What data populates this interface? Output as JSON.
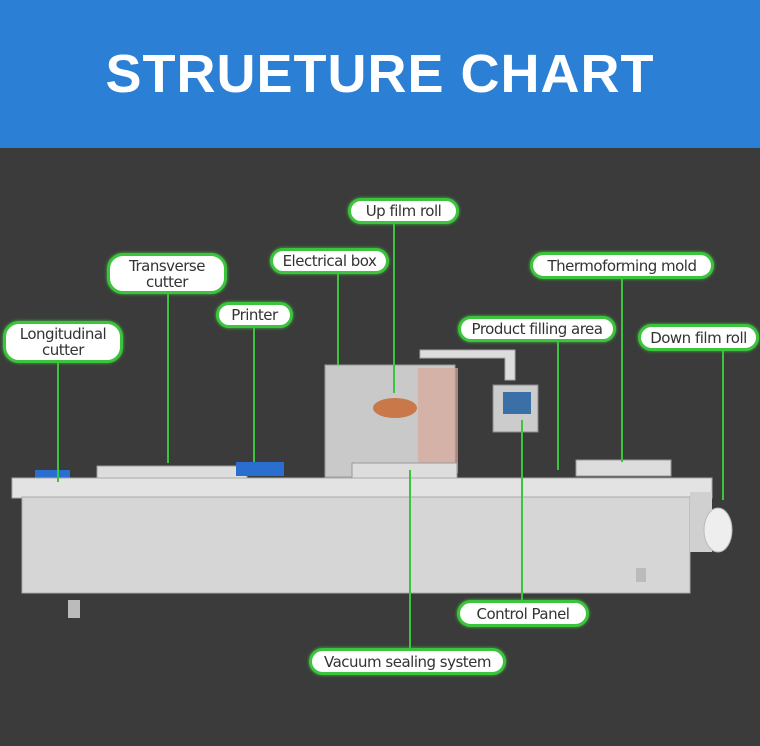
{
  "header": {
    "title": "STRUETURE CHART"
  },
  "labels": {
    "up_film_roll": "Up film roll",
    "transverse_cutter": "Transverse cutter",
    "electrical_box": "Electrical box",
    "printer": "Printer",
    "longitudinal_cutter": "Longitudinal cutter",
    "thermoforming_mold": "Thermoforming mold",
    "product_filling_area": "Product filling area",
    "down_film_roll": "Down film roll",
    "control_panel": "Control Panel",
    "vacuum_sealing_system": "Vacuum sealing system"
  },
  "colors": {
    "header": "#2b80d6",
    "background": "#3b3b3b",
    "accent": "#3cc43c"
  }
}
